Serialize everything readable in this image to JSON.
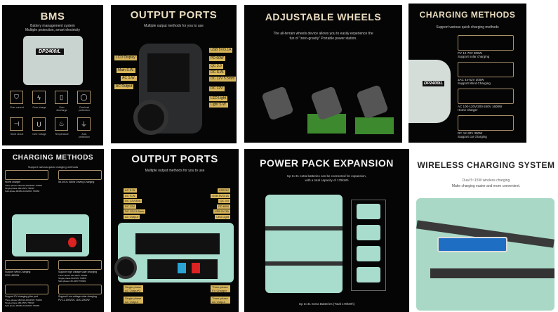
{
  "panels": [
    {
      "title": "BMS",
      "subtitle": [
        "Battery management system",
        "Multiple protection, smart electricity"
      ],
      "model": "DP2400iL",
      "protections": [
        {
          "label": "Over current",
          "icon": "shield-icon"
        },
        {
          "label": "Over charge",
          "icon": "lightning-icon"
        },
        {
          "label": "Over discharge",
          "icon": "battery-icon"
        },
        {
          "label": "Overload protection",
          "icon": "circle-icon"
        },
        {
          "label": "Short circuit",
          "icon": "short-circuit-icon"
        },
        {
          "label": "Over voltage",
          "icon": "u-icon"
        },
        {
          "label": "Temperature",
          "icon": "thermometer-icon"
        },
        {
          "label": "Anti-protection",
          "icon": "plug-icon"
        }
      ]
    },
    {
      "title": "OUTPUT PORTS",
      "subtitle": "Multiple output methods for you to use",
      "left_labels": [
        "LCD Display",
        "Main S.W.",
        "AC S.W.",
        "AC Output"
      ],
      "right_labels": [
        "USB 5V/3.1A",
        "PD 60W",
        "QC 3.0",
        "DC S.W.",
        "DC 12V 5.5mm",
        "DC 12V",
        "LED Light",
        "Light S.W."
      ]
    },
    {
      "title": "ADJUSTABLE WHEELS",
      "subtitle": [
        "The all-terrain wheels device allows you to easily experience the",
        "fun of \"zero-gravity\" Portable power station."
      ]
    },
    {
      "title": "CHARGING METHODS",
      "subtitle": "Support various quick charging methods",
      "model": "DP2400iL",
      "methods": [
        {
          "spec": "PV 12-70V    800W",
          "desc": "Support solar charging",
          "icon": "solar-panel-icon"
        },
        {
          "spec": "3AC 44-52V   300W",
          "desc": "Support Wind Charging",
          "icon": "wind-turbine-icon"
        },
        {
          "spec": "AC 100-120V/200-240V 1600W",
          "desc": "Home charger",
          "icon": "outlet-icon"
        },
        {
          "spec": "DC 12-30V    300W",
          "desc": "Support car charging",
          "icon": "car-plug-icon"
        }
      ]
    },
    {
      "title": "CHARGING METHODS",
      "subtitle": "Support various quick charging methods",
      "methods": [
        {
          "desc": "Home charger",
          "lines": [
            "Three-phase 180/310-260/450V 7600W",
            "Single-phase 180-250V 7500W",
            "Split-phase 90/180-130/260V 7600W"
          ]
        },
        {
          "desc": "58.4VDC  580W Driving Charging"
        },
        {
          "desc": "Support Wind Charging",
          "spec": "220V 4800W"
        },
        {
          "desc": "Support high voltage solar charging",
          "lines": [
            "Three-phase 150-450V 7600W",
            "Single-phase 80-450V 7500W",
            "Split-phase 125-425V 7600W"
          ]
        },
        {
          "desc": "Support EV charging plier port",
          "lines": [
            "Three-phase 180/310-260/450V 7600W",
            "Single-phase 180-250V 7500W",
            "Split-phase 90/180-130/260V 7600W"
          ]
        },
        {
          "desc": "Support Low voltage solar charging",
          "spec": "PV 12-150VDC 1100-2000W"
        }
      ]
    },
    {
      "title": "OUTPUT PORTS",
      "subtitle": "Multiple output methods for you to use",
      "left_labels": [
        "AC S.W.",
        "DC S.W.",
        "DC 12V/30A",
        "DC 12V",
        "DC 12V 5.5mm",
        "AC Output"
      ],
      "right_labels": [
        "USB 5V",
        "USB 5V/3.1A",
        "QC 3.0",
        "PD 60W",
        "USB 5V 3A",
        "LED Light"
      ],
      "bottom_left": [
        "Single-phase AC Output*2",
        "Single-phase AC Output"
      ],
      "bottom_right": [
        "Three-phase EV Charger",
        "Three-phase AC Output"
      ]
    },
    {
      "title": "POWER PACK EXPANSION",
      "subtitle": [
        "Up to 31 extra batteries can be connected for expansion,",
        "with a total capacity of 178kWh"
      ],
      "caption": "Up to 31 Extra Batteries (Total 178kWh)"
    },
    {
      "title": "WIRELESS CHARGING SYSTEM",
      "subtitle": [
        "Dual 5~15W wireless charging",
        "Make charging easier and more convenient."
      ]
    }
  ],
  "colors": {
    "gold": "#d8b65a",
    "mint": "#bfe3d6",
    "dark": "#050505"
  }
}
